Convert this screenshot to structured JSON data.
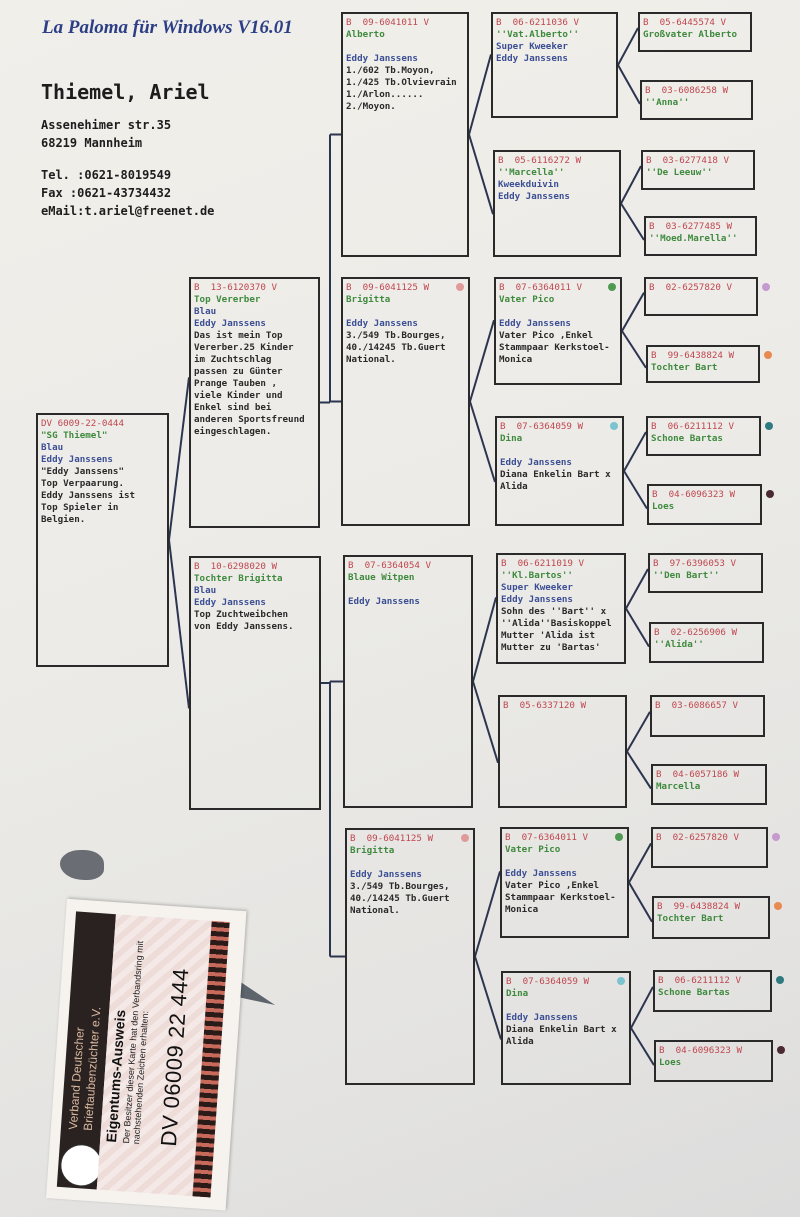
{
  "brand": "La Paloma für Windows V16.01",
  "owner": {
    "name": "Thiemel, Ariel",
    "street": "Assenehimer str.35",
    "city": "68219 Mannheim",
    "tel": "Tel. :0621-8019549",
    "fax": "Fax  :0621-43734432",
    "email": "eMail:t.ariel@freenet.de"
  },
  "pedigree": [
    {
      "id": "subject",
      "lines": [
        [
          "ring",
          "DV 6009-22-0444"
        ],
        [
          "name",
          "\"SG Thiemel\""
        ],
        [
          "blue",
          "Blau"
        ],
        [
          "blue",
          "Eddy Janssens"
        ],
        [
          "note",
          "\"Eddy Janssens\""
        ],
        [
          "note",
          "Top Verpaarung."
        ],
        [
          "note",
          "Eddy Janssens ist"
        ],
        [
          "note",
          "Top Spieler in"
        ],
        [
          "note",
          "Belgien."
        ]
      ]
    },
    {
      "id": "sire",
      "lines": [
        [
          "ring",
          "B  13-6120370 V"
        ],
        [
          "name",
          "Top Vererber"
        ],
        [
          "blue",
          "Blau"
        ],
        [
          "blue",
          "Eddy Janssens"
        ],
        [
          "note",
          "Das ist mein Top"
        ],
        [
          "note",
          "Vererber.25 Kinder"
        ],
        [
          "note",
          "im Zuchtschlag"
        ],
        [
          "note",
          "passen zu Günter"
        ],
        [
          "note",
          "Prange Tauben ,"
        ],
        [
          "note",
          "viele Kinder und"
        ],
        [
          "note",
          "Enkel sind bei"
        ],
        [
          "note",
          "anderen Sportsfreund"
        ],
        [
          "note",
          "eingeschlagen."
        ]
      ]
    },
    {
      "id": "dam",
      "lines": [
        [
          "ring",
          "B  10-6298020 W"
        ],
        [
          "name",
          "Tochter Brigitta"
        ],
        [
          "blue",
          "Blau"
        ],
        [
          "blue",
          "Eddy Janssens"
        ],
        [
          "note",
          "Top Zuchtweibchen"
        ],
        [
          "note",
          "von Eddy Janssens."
        ]
      ]
    },
    {
      "id": "ss",
      "lines": [
        [
          "ring",
          "B  09-6041011 V"
        ],
        [
          "name",
          "Alberto"
        ],
        [
          "blank",
          ""
        ],
        [
          "blue",
          "Eddy Janssens"
        ],
        [
          "note",
          "1./602 Tb.Moyon,"
        ],
        [
          "note",
          "1./425 Tb.Olvievrain"
        ],
        [
          "note",
          "1./Arlon......"
        ],
        [
          "note",
          "2./Moyon."
        ]
      ]
    },
    {
      "id": "sd",
      "dot": "#e09a9a",
      "lines": [
        [
          "ring",
          "B  09-6041125 W"
        ],
        [
          "name",
          "Brigitta"
        ],
        [
          "blank",
          ""
        ],
        [
          "blue",
          "Eddy Janssens"
        ],
        [
          "note",
          "3./549 Tb.Bourges,"
        ],
        [
          "note",
          "40./14245 Tb.Guert"
        ],
        [
          "note",
          "National."
        ]
      ]
    },
    {
      "id": "ds",
      "lines": [
        [
          "ring",
          "B  07-6364054 V"
        ],
        [
          "name",
          "Blaue Witpen"
        ],
        [
          "blank",
          ""
        ],
        [
          "blue",
          "Eddy Janssens"
        ]
      ]
    },
    {
      "id": "dd",
      "dot": "#e09a9a",
      "lines": [
        [
          "ring",
          "B  09-6041125 W"
        ],
        [
          "name",
          "Brigitta"
        ],
        [
          "blank",
          ""
        ],
        [
          "blue",
          "Eddy Janssens"
        ],
        [
          "note",
          "3./549 Tb.Bourges,"
        ],
        [
          "note",
          "40./14245 Tb.Guert"
        ],
        [
          "note",
          "National."
        ]
      ]
    },
    {
      "id": "sss",
      "lines": [
        [
          "ring",
          "B  06-6211036 V"
        ],
        [
          "name",
          "''Vat.Alberto''"
        ],
        [
          "blue",
          "Super Kweeker"
        ],
        [
          "blue",
          "Eddy Janssens"
        ]
      ]
    },
    {
      "id": "ssd",
      "lines": [
        [
          "ring",
          "B  05-6116272 W"
        ],
        [
          "name",
          "''Marcella''"
        ],
        [
          "blue",
          "Kweekduivin"
        ],
        [
          "blue",
          "Eddy Janssens"
        ]
      ]
    },
    {
      "id": "sds",
      "dot": "#4f9a52",
      "lines": [
        [
          "ring",
          "B  07-6364011 V"
        ],
        [
          "name",
          "Vater Pico"
        ],
        [
          "blank",
          ""
        ],
        [
          "blue",
          "Eddy Janssens"
        ],
        [
          "note",
          "Vater Pico ,Enkel"
        ],
        [
          "note",
          "Stammpaar Kerkstoel-"
        ],
        [
          "note",
          "Monica"
        ]
      ]
    },
    {
      "id": "sdd",
      "dot": "#7cc3d0",
      "lines": [
        [
          "ring",
          "B  07-6364059 W"
        ],
        [
          "name",
          "Dina"
        ],
        [
          "blank",
          ""
        ],
        [
          "blue",
          "Eddy Janssens"
        ],
        [
          "note",
          "Diana Enkelin Bart x"
        ],
        [
          "note",
          "Alida"
        ]
      ]
    },
    {
      "id": "dss",
      "lines": [
        [
          "ring",
          "B  06-6211019 V"
        ],
        [
          "name",
          "''Kl.Bartos''"
        ],
        [
          "blue",
          "Super Kweeker"
        ],
        [
          "blue",
          "Eddy Janssens"
        ],
        [
          "note",
          "Sohn des ''Bart'' x"
        ],
        [
          "note",
          "''Alida''Basiskoppel"
        ],
        [
          "note",
          "Mutter 'Alida ist"
        ],
        [
          "note",
          "Mutter zu 'Bartas'"
        ]
      ]
    },
    {
      "id": "dsd",
      "lines": [
        [
          "ring",
          "B  05-6337120 W"
        ]
      ]
    },
    {
      "id": "dds",
      "dot": "#4f9a52",
      "lines": [
        [
          "ring",
          "B  07-6364011 V"
        ],
        [
          "name",
          "Vater Pico"
        ],
        [
          "blank",
          ""
        ],
        [
          "blue",
          "Eddy Janssens"
        ],
        [
          "note",
          "Vater Pico ,Enkel"
        ],
        [
          "note",
          "Stammpaar Kerkstoel-"
        ],
        [
          "note",
          "Monica"
        ]
      ]
    },
    {
      "id": "ddd",
      "dot": "#7cc3d0",
      "lines": [
        [
          "ring",
          "B  07-6364059 W"
        ],
        [
          "name",
          "Dina"
        ],
        [
          "blank",
          ""
        ],
        [
          "blue",
          "Eddy Janssens"
        ],
        [
          "note",
          "Diana Enkelin Bart x"
        ],
        [
          "note",
          "Alida"
        ]
      ]
    },
    {
      "id": "g5-1",
      "lines": [
        [
          "ring",
          "B  05-6445574 V"
        ],
        [
          "name",
          "Großvater Alberto"
        ]
      ]
    },
    {
      "id": "g5-2",
      "lines": [
        [
          "ring",
          "B  03-6086258 W"
        ],
        [
          "name",
          "''Anna''"
        ]
      ]
    },
    {
      "id": "g5-3",
      "lines": [
        [
          "ring",
          "B  03-6277418 V"
        ],
        [
          "name",
          "''De Leeuw''"
        ]
      ]
    },
    {
      "id": "g5-4",
      "lines": [
        [
          "ring",
          "B  03-6277485 W"
        ],
        [
          "name",
          "''Moed.Marella''"
        ]
      ]
    },
    {
      "id": "g5-5",
      "dot": "#c59ad0",
      "lines": [
        [
          "ring",
          "B  02-6257820 V"
        ]
      ]
    },
    {
      "id": "g5-6",
      "dot": "#e8894f",
      "lines": [
        [
          "ring",
          "B  99-6438824 W"
        ],
        [
          "name",
          "Tochter Bart"
        ]
      ]
    },
    {
      "id": "g5-7",
      "dot": "#2e7a80",
      "lines": [
        [
          "ring",
          "B  06-6211112 V"
        ],
        [
          "name",
          "Schone Bartas"
        ]
      ]
    },
    {
      "id": "g5-8",
      "dot": "#4a2a34",
      "lines": [
        [
          "ring",
          "B  04-6096323 W"
        ],
        [
          "name",
          "Loes"
        ]
      ]
    },
    {
      "id": "g5-9",
      "lines": [
        [
          "ring",
          "B  97-6396053 V"
        ],
        [
          "name",
          "''Den Bart''"
        ]
      ]
    },
    {
      "id": "g5-10",
      "lines": [
        [
          "ring",
          "B  02-6256906 W"
        ],
        [
          "name",
          "''Alida''"
        ]
      ]
    },
    {
      "id": "g5-11",
      "lines": [
        [
          "ring",
          "B  03-6086657 V"
        ]
      ]
    },
    {
      "id": "g5-12",
      "lines": [
        [
          "ring",
          "B  04-6057186 W"
        ],
        [
          "name",
          "Marcella"
        ]
      ]
    },
    {
      "id": "g5-13",
      "dot": "#c59ad0",
      "lines": [
        [
          "ring",
          "B  02-6257820 V"
        ]
      ]
    },
    {
      "id": "g5-14",
      "dot": "#e8894f",
      "lines": [
        [
          "ring",
          "B  99-6438824 W"
        ],
        [
          "name",
          "Tochter Bart"
        ]
      ]
    },
    {
      "id": "g5-15",
      "dot": "#2e7a80",
      "lines": [
        [
          "ring",
          "B  06-6211112 V"
        ],
        [
          "name",
          "Schone Bartas"
        ]
      ]
    },
    {
      "id": "g5-16",
      "dot": "#4a2a34",
      "lines": [
        [
          "ring",
          "B  04-6096323 W"
        ],
        [
          "name",
          "Loes"
        ]
      ]
    }
  ],
  "card": {
    "org_line1": "Verband Deutscher",
    "org_line2": "Brieftaubenzüchter e.V.",
    "title": "Eigentums-Ausweis",
    "text": "Der Besitzer dieser Karte hat den Verbandsring mit nachstehenden Zeichen erhalten:",
    "number": "DV 06009 22 444"
  }
}
